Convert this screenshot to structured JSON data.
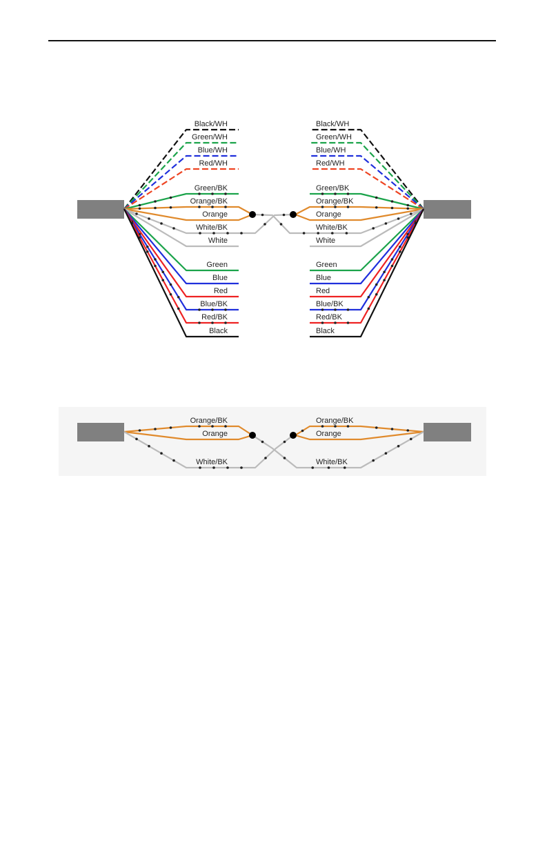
{
  "diagram_full": {
    "left_wires": [
      {
        "label": "Black/WH",
        "color": "#111111",
        "style": "dashed"
      },
      {
        "label": "Green/WH",
        "color": "#1aa34a",
        "style": "dashed"
      },
      {
        "label": "Blue/WH",
        "color": "#1f2fdc",
        "style": "dashed"
      },
      {
        "label": "Red/WH",
        "color": "#ee4422",
        "style": "dashed"
      },
      {
        "label": "Green/BK",
        "color": "#1aa34a",
        "style": "dotted"
      },
      {
        "label": "Orange/BK",
        "color": "#e08a2c",
        "style": "dotted"
      },
      {
        "label": "Orange",
        "color": "#e08a2c",
        "style": "solid"
      },
      {
        "label": "White/BK",
        "color": "#bbbbbb",
        "style": "dotted"
      },
      {
        "label": "White",
        "color": "#bbbbbb",
        "style": "solid"
      },
      {
        "label": "Green",
        "color": "#1aa34a",
        "style": "solid"
      },
      {
        "label": "Blue",
        "color": "#1f2fdc",
        "style": "solid"
      },
      {
        "label": "Red",
        "color": "#ee2222",
        "style": "solid"
      },
      {
        "label": "Blue/BK",
        "color": "#1f2fdc",
        "style": "dotted"
      },
      {
        "label": "Red/BK",
        "color": "#ee2222",
        "style": "dotted"
      },
      {
        "label": "Black",
        "color": "#111111",
        "style": "solid"
      }
    ],
    "right_wires": [
      {
        "label": "Black/WH",
        "color": "#111111",
        "style": "dashed"
      },
      {
        "label": "Green/WH",
        "color": "#1aa34a",
        "style": "dashed"
      },
      {
        "label": "Blue/WH",
        "color": "#1f2fdc",
        "style": "dashed"
      },
      {
        "label": "Red/WH",
        "color": "#ee4422",
        "style": "dashed"
      },
      {
        "label": "Green/BK",
        "color": "#1aa34a",
        "style": "dotted"
      },
      {
        "label": "Orange/BK",
        "color": "#e08a2c",
        "style": "dotted"
      },
      {
        "label": "Orange",
        "color": "#e08a2c",
        "style": "solid"
      },
      {
        "label": "White/BK",
        "color": "#bbbbbb",
        "style": "dotted"
      },
      {
        "label": "White",
        "color": "#bbbbbb",
        "style": "solid"
      },
      {
        "label": "Green",
        "color": "#1aa34a",
        "style": "solid"
      },
      {
        "label": "Blue",
        "color": "#1f2fdc",
        "style": "solid"
      },
      {
        "label": "Red",
        "color": "#ee2222",
        "style": "solid"
      },
      {
        "label": "Blue/BK",
        "color": "#1f2fdc",
        "style": "dotted"
      },
      {
        "label": "Red/BK",
        "color": "#ee2222",
        "style": "dotted"
      },
      {
        "label": "Black",
        "color": "#111111",
        "style": "solid"
      }
    ],
    "cable_color": "#808080",
    "connector_dot_color": "#000000"
  },
  "diagram_detail": {
    "left_wires": [
      {
        "label": "Orange/BK",
        "color": "#e08a2c",
        "style": "dotted"
      },
      {
        "label": "Orange",
        "color": "#e08a2c",
        "style": "solid"
      },
      {
        "label": "White/BK",
        "color": "#bbbbbb",
        "style": "dotted"
      }
    ],
    "right_wires": [
      {
        "label": "Orange/BK",
        "color": "#e08a2c",
        "style": "dotted"
      },
      {
        "label": "Orange",
        "color": "#e08a2c",
        "style": "solid"
      },
      {
        "label": "White/BK",
        "color": "#bbbbbb",
        "style": "dotted"
      }
    ],
    "cable_color": "#808080",
    "background_color": "#f5f5f5"
  }
}
